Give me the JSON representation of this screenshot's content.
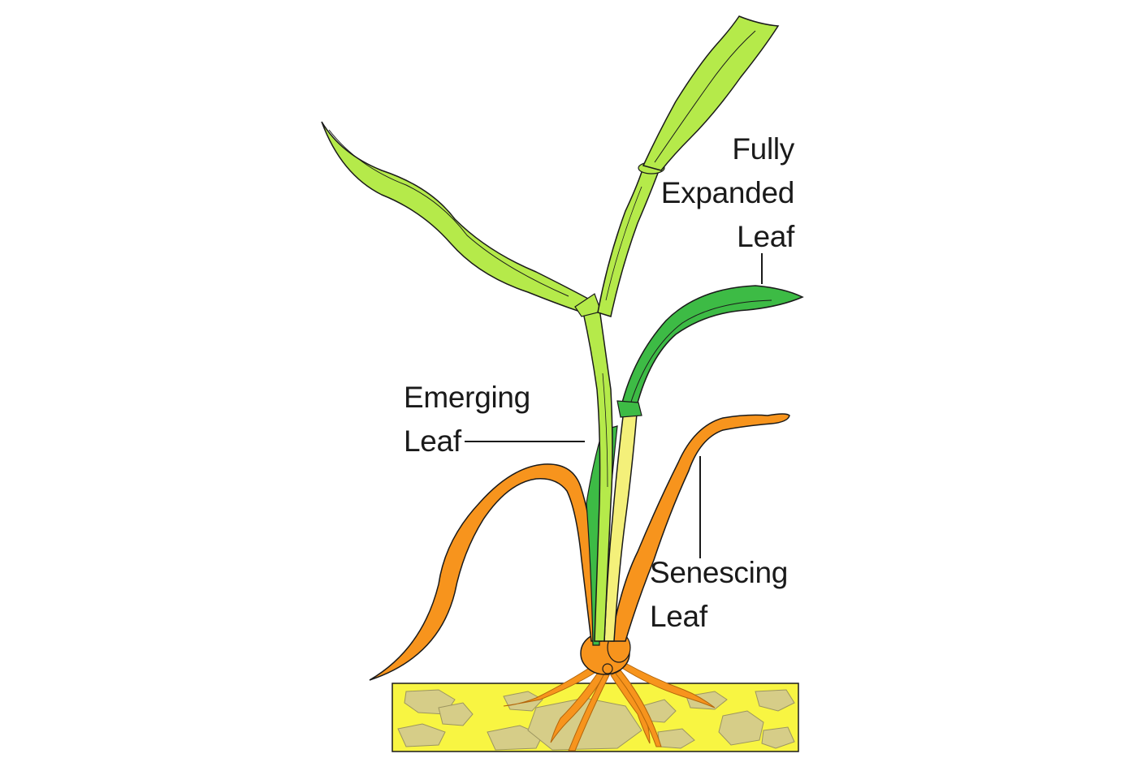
{
  "labels": {
    "fully_expanded": {
      "line1": "Fully",
      "line2": "Expanded",
      "line3": "Leaf"
    },
    "emerging": {
      "line1": "Emerging",
      "line2": "Leaf"
    },
    "senescing": {
      "line1": "Senescing",
      "line2": "Leaf"
    }
  },
  "colors": {
    "young_leaf": "#b5ea4a",
    "mature_leaf": "#3dbb45",
    "emerging_leaf": "#f4f07a",
    "senescing_leaf": "#f7941d",
    "soil": "#f8f542",
    "stones": "#d6cd88",
    "outline": "#1a1a1a"
  }
}
